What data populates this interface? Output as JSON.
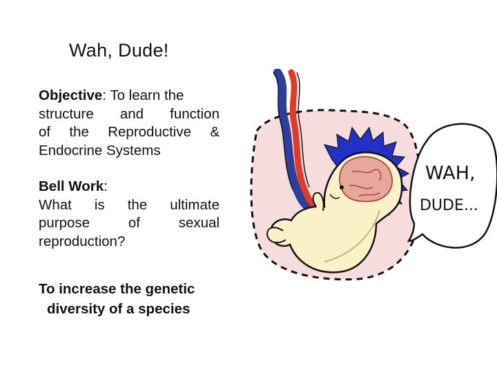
{
  "slide": {
    "title": "Wah, Dude!",
    "objective": {
      "label": "Objective",
      "colon": ":",
      "text_line1": " To learn the",
      "text_line2": "structure and function",
      "text_line3": "of the Reproductive &",
      "text_line4": "Endocrine Systems"
    },
    "bellwork": {
      "label": "Bell Work",
      "colon": ":",
      "question_line1": "What is the ultimate",
      "question_line2": "purpose of sexual",
      "question_line3": "reproduction?",
      "answer_line1": "To increase the genetic",
      "answer_line2": "diversity of a species"
    },
    "illustration": {
      "speech_line1": "WAH,",
      "speech_line2": "DUDE...",
      "icon": "fetus-in-womb-illustration",
      "colors": {
        "womb_fill": "#f6dcdc",
        "body_fill": "#fbf1c8",
        "brain_fill": "#e7a79a",
        "spiky_hair": "#2431c8",
        "cord_red": "#e43a25",
        "cord_blue": "#2b3f9c"
      }
    }
  }
}
